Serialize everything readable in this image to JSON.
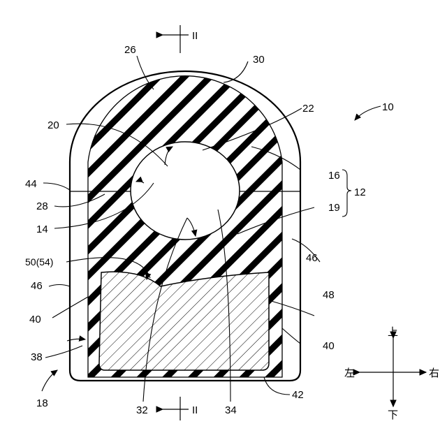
{
  "figure": {
    "section_marks": {
      "top": "II",
      "bottom": "II"
    },
    "reference_labels": {
      "r10": "10",
      "r12": "12",
      "r14": "14",
      "r16": "16",
      "r18": "18",
      "r19": "19",
      "r20": "20",
      "r22": "22",
      "r26": "26",
      "r28": "28",
      "r30": "30",
      "r32": "32",
      "r34": "34",
      "r38": "38",
      "r40_left": "40",
      "r40_right": "40",
      "r42": "42",
      "r44": "44",
      "r46_left": "46",
      "r46_right": "46",
      "r48": "48",
      "r50": "50(54)"
    },
    "directions": {
      "up": "上",
      "down": "下",
      "left": "左",
      "right": "右"
    }
  }
}
